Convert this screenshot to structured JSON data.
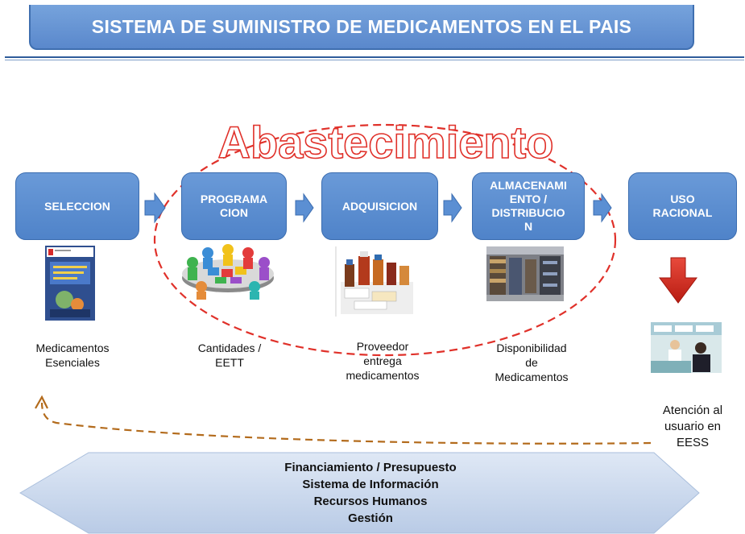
{
  "title": "SISTEMA DE SUMINISTRO DE MEDICAMENTOS EN EL PAIS",
  "abastecimiento_label": "Abastecimiento",
  "steps": [
    {
      "label": "SELECCION"
    },
    {
      "label_lines": [
        "PROGRAMA",
        "CION"
      ]
    },
    {
      "label": "ADQUISICION"
    },
    {
      "label_lines": [
        "ALMACENAMI",
        "ENTO /",
        "DISTRIBUCIO",
        "N"
      ]
    },
    {
      "label_lines": [
        "USO",
        "RACIONAL"
      ]
    }
  ],
  "captions": [
    {
      "lines": [
        "Medicamentos",
        "Esenciales"
      ]
    },
    {
      "lines": [
        "Cantidades /",
        "EETT"
      ]
    },
    {
      "lines": [
        "Proveedor",
        "entrega",
        "medicamentos"
      ]
    },
    {
      "lines": [
        "Disponibilidad",
        "de",
        "Medicamentos"
      ]
    },
    {
      "lines": [
        "Atención al",
        "usuario en",
        "EESS"
      ]
    }
  ],
  "bottom_items": [
    "Financiamiento / Presupuesto",
    "Sistema de Información",
    "Recursos Humanos",
    "Gestión"
  ],
  "colors": {
    "step_fill": "#5b8fd3",
    "step_border": "#3b6db0",
    "ellipse_dash": "#e0312a",
    "feedback_arrow": "#b36b1c",
    "down_arrow": "#d82a1e",
    "bottom_band": "#cfdcef"
  },
  "icons": [
    "book-cover-image",
    "meeting-table-image",
    "medicines-image",
    "warehouse-image",
    "pharmacy-counter-image"
  ]
}
